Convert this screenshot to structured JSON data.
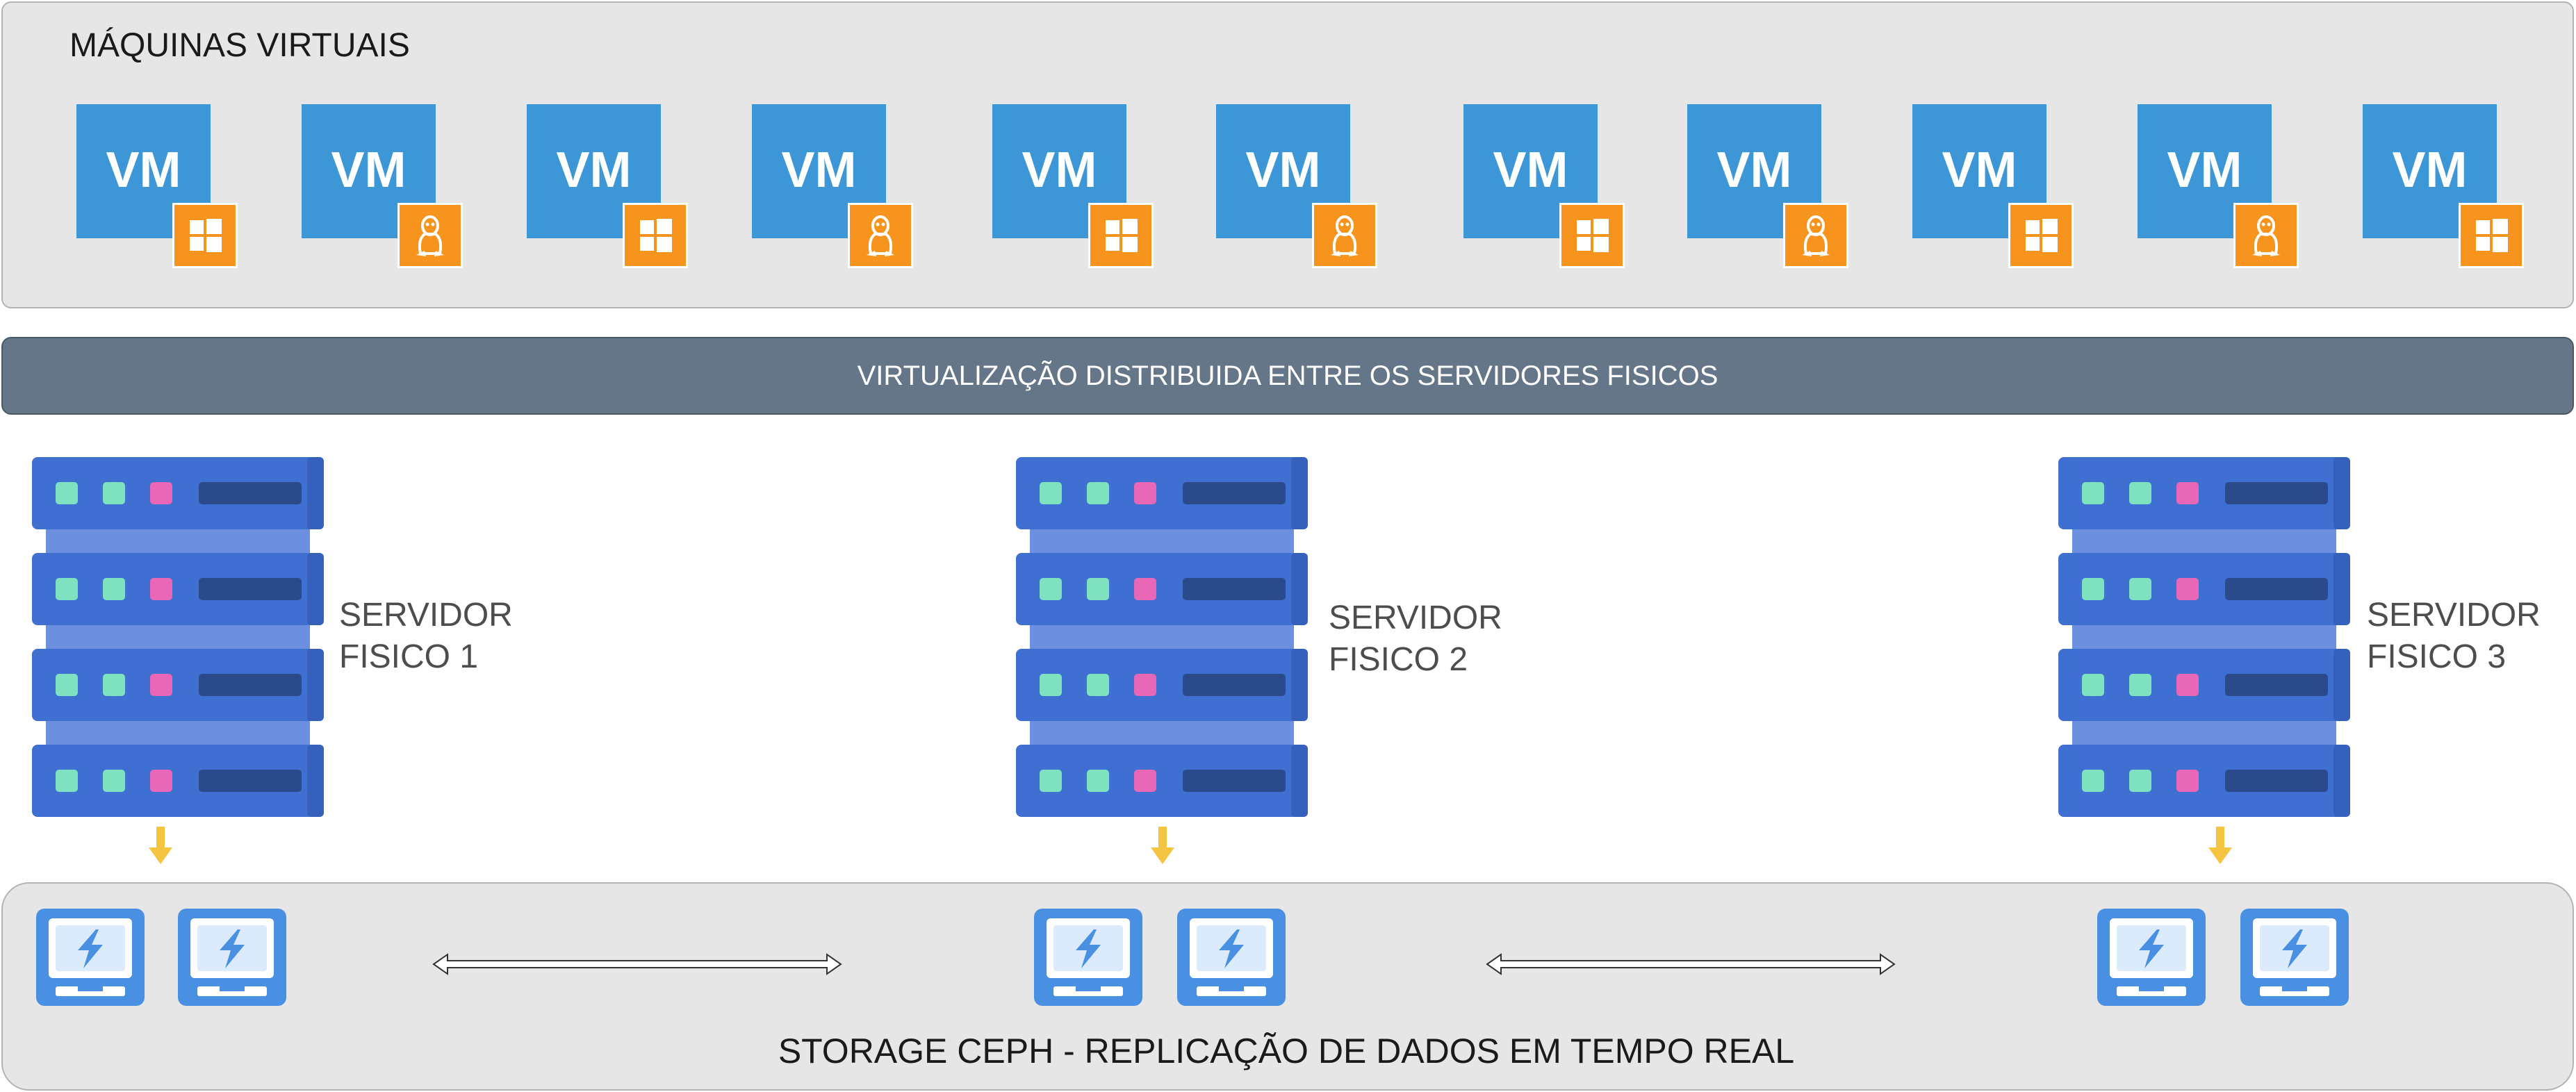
{
  "vm_panel": {
    "title": "MÁQUINAS VIRTUAIS",
    "vms": [
      {
        "label": "VM",
        "os_icon": "windows-icon"
      },
      {
        "label": "VM",
        "os_icon": "linux-icon"
      },
      {
        "label": "VM",
        "os_icon": "windows-icon"
      },
      {
        "label": "VM",
        "os_icon": "linux-icon"
      },
      {
        "label": "VM",
        "os_icon": "windows-icon"
      },
      {
        "label": "VM",
        "os_icon": "linux-icon"
      },
      {
        "label": "VM",
        "os_icon": "windows-icon"
      },
      {
        "label": "VM",
        "os_icon": "linux-icon"
      },
      {
        "label": "VM",
        "os_icon": "windows-icon"
      },
      {
        "label": "VM",
        "os_icon": "linux-icon"
      },
      {
        "label": "VM",
        "os_icon": "windows-icon"
      }
    ]
  },
  "virtualization_bar": {
    "label": "VIRTUALIZAÇÃO DISTRIBUIDA ENTRE OS SERVIDORES FISICOS"
  },
  "servers": [
    {
      "label": "SERVIDOR\nFISICO 1",
      "icon": "server-rack-icon"
    },
    {
      "label": "SERVIDOR\nFISICO 2",
      "icon": "server-rack-icon"
    },
    {
      "label": "SERVIDOR\nFISICO 3",
      "icon": "server-rack-icon"
    }
  ],
  "storage": {
    "title": "STORAGE CEPH - REPLICAÇÃO DE DADOS EM TEMPO REAL",
    "disk_icon": "ssd-drive-icon",
    "arrow_icon": "bidirectional-arrow-icon"
  },
  "colors": {
    "vm_blue": "#3d97d7",
    "os_orange": "#f7941d",
    "bar_slate": "#647687",
    "server_blue": "#3f6fd1",
    "server_light": "#6d8fe0",
    "led_green": "#7ee2c0",
    "led_pink": "#e868b7",
    "disk_blue": "#4a90e2",
    "arrow_yellow": "#f5c542"
  }
}
